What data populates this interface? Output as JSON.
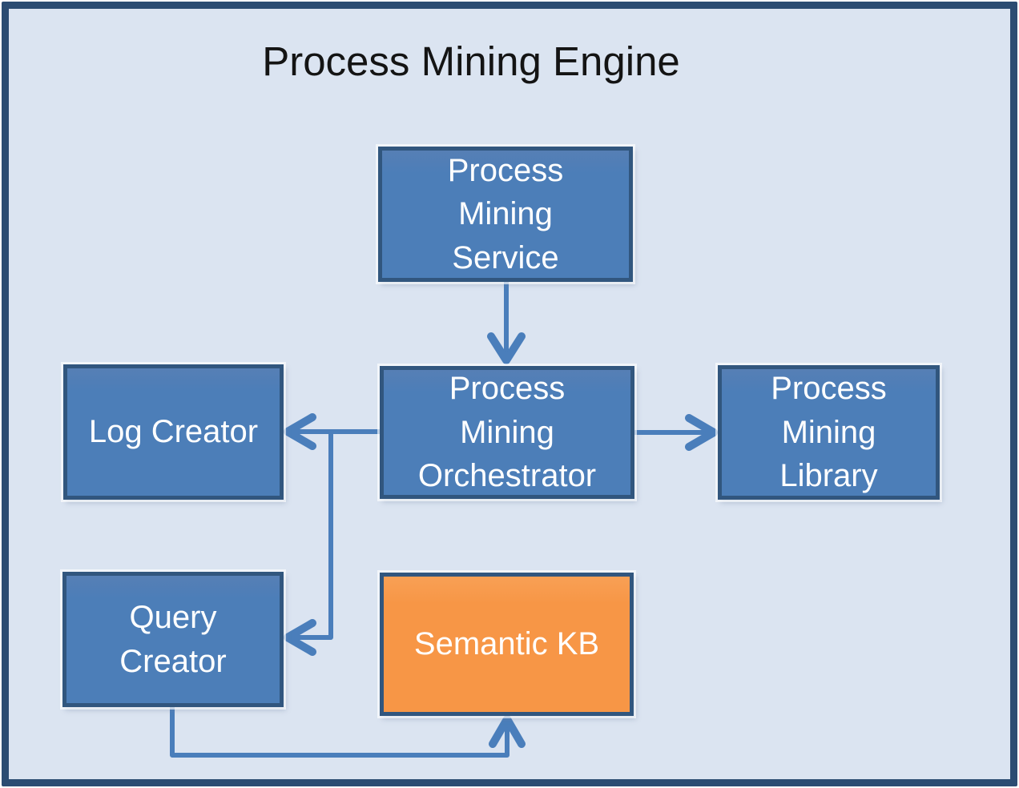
{
  "diagram": {
    "title": "Process Mining Engine",
    "nodes": {
      "service": {
        "label": "Process\nMining\nService",
        "type": "component"
      },
      "log_creator": {
        "label": "Log Creator",
        "type": "component"
      },
      "orchestrator": {
        "label": "Process\nMining\nOrchestrator",
        "type": "component"
      },
      "library": {
        "label": "Process\nMining\nLibrary",
        "type": "component"
      },
      "query_creator": {
        "label": "Query\nCreator",
        "type": "component"
      },
      "semantic_kb": {
        "label": "Semantic KB",
        "type": "knowledge-base"
      }
    },
    "connectors": [
      {
        "from": "service",
        "to": "orchestrator",
        "direction": "down"
      },
      {
        "from": "orchestrator",
        "to": "log_creator",
        "direction": "left"
      },
      {
        "from": "orchestrator",
        "to": "library",
        "direction": "right"
      },
      {
        "from": "orchestrator",
        "to": "query_creator",
        "direction": "down-left"
      },
      {
        "from": "query_creator",
        "to": "semantic_kb",
        "direction": "down-right-up"
      }
    ],
    "colors": {
      "canvas-bg": "#dbe4f1",
      "frame-border": "#2b4c72",
      "node-fill": "#4c7eb8",
      "node-border": "#31567e",
      "node-text": "#ffffff",
      "kb-fill": "#f79646",
      "connector": "#4a7ebb",
      "title-color": "#141414"
    }
  }
}
